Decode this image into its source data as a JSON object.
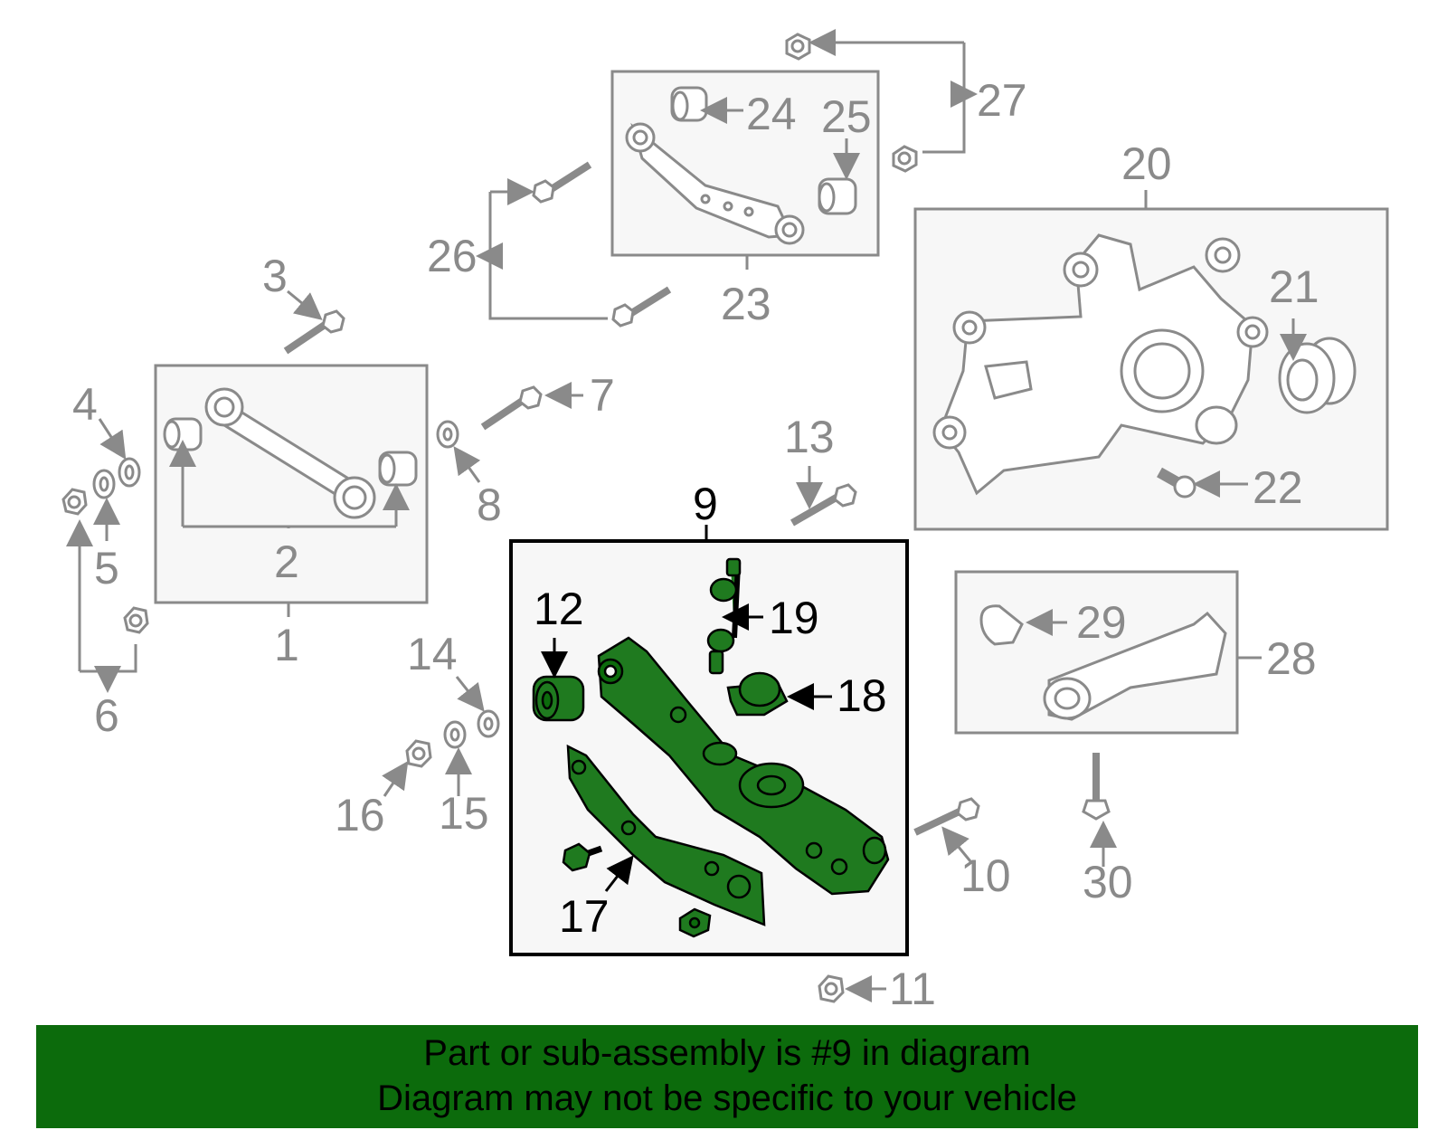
{
  "callouts": {
    "c1": "1",
    "c2": "2",
    "c3": "3",
    "c4": "4",
    "c5": "5",
    "c6": "6",
    "c7": "7",
    "c8": "8",
    "c9": "9",
    "c10": "10",
    "c11": "11",
    "c12": "12",
    "c13": "13",
    "c14": "14",
    "c15": "15",
    "c16": "16",
    "c17": "17",
    "c18": "18",
    "c19": "19",
    "c20": "20",
    "c21": "21",
    "c22": "22",
    "c23": "23",
    "c24": "24",
    "c25": "25",
    "c26": "26",
    "c27": "27",
    "c28": "28",
    "c29": "29",
    "c30": "30"
  },
  "highlighted_part": "9",
  "colors": {
    "highlight": "#0c6b0c",
    "highlight_fill": "#1f7a1f",
    "grey": "#8a8a8a",
    "box_fill": "#f7f7f7"
  },
  "banner": {
    "line1": "Part or sub-assembly is #9 in diagram",
    "line2": "Diagram may not be specific to your vehicle"
  }
}
